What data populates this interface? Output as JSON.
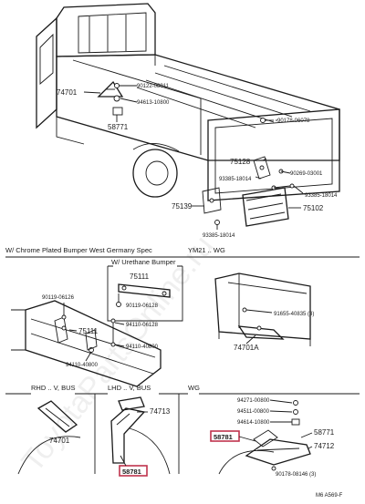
{
  "watermark": "ToyotaPartsOnline.ru",
  "sections": {
    "top": {
      "labels": {
        "p74701_top": "74701",
        "p90122": "90122-08011",
        "p94613": "94613-10800",
        "p58771_top": "58771",
        "p90178": "90178-06078",
        "p75128": "75128",
        "p90269": "90269-03001",
        "p93385a": "93385-18014",
        "p93385b": "93385-18014",
        "p75139": "75139",
        "p75102": "75102",
        "p93385c": "93385-18014"
      }
    },
    "middle": {
      "header_left": "W/ Chrome Plated Bumper West Germany Spec",
      "header_right": "YM21 .. WG",
      "sub_header": "W/ Urethane Bumper",
      "labels": {
        "p75111a": "75111",
        "p90119a": "90119-06128",
        "p90119b": "90119-06126",
        "p75111b": "75111",
        "p94110a": "94110-06128",
        "p94110b": "94110-40800",
        "p94110c": "94110-40800",
        "p91655": "91655-40835 (3)",
        "p74701A": "74701A"
      }
    },
    "bottom": {
      "rhd_label": "RHD .. V, BUS",
      "lhd_label": "LHD .. V, BUS",
      "wg_label": "WG",
      "labels": {
        "p74713": "74713",
        "p74701_bot": "74701",
        "p58781_mid": "58781",
        "p94271": "94271-00800",
        "p94511": "94511-00800",
        "p94614": "94614-10800",
        "p58781_wg": "58781",
        "p58771_wg": "58771",
        "p74712": "74712",
        "p90178b": "90178-08146 (3)"
      }
    },
    "footer_ref": "M6  A569-F"
  },
  "highlight_color": "#c0334d"
}
